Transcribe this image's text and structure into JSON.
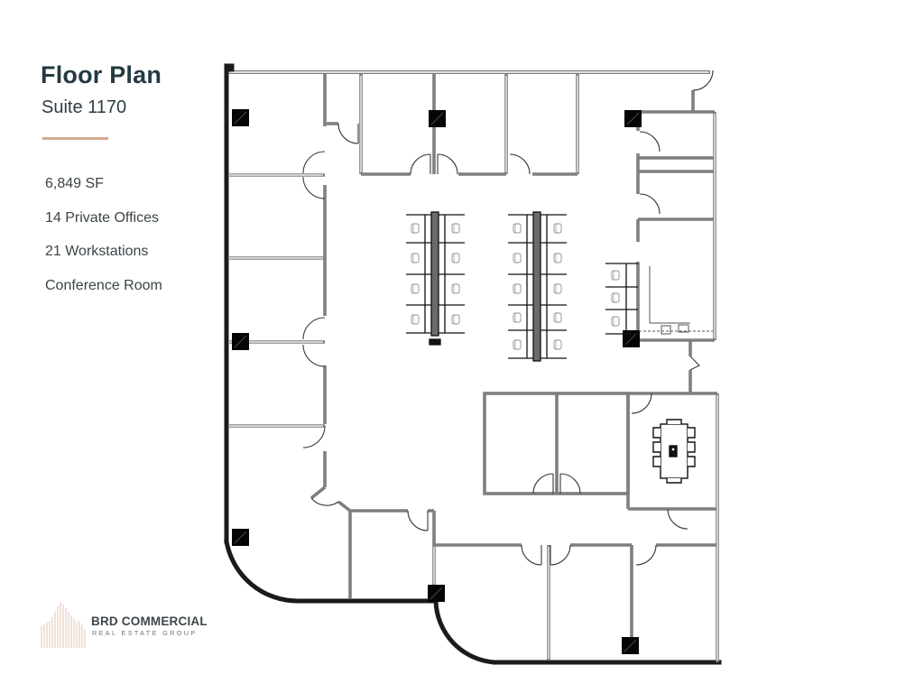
{
  "header": {
    "title": "Floor Plan",
    "subtitle": "Suite 1170"
  },
  "specs": {
    "items": [
      {
        "label": "6,849 SF"
      },
      {
        "label": "14 Private Offices"
      },
      {
        "label": "21 Workstations"
      },
      {
        "label": "Conference Room"
      }
    ]
  },
  "brand": {
    "name": "BRD COMMERCIAL",
    "tagline": "REAL ESTATE GROUP",
    "logo_icon": "building-lines-icon"
  },
  "floor_plan": {
    "suite": "Suite 1170",
    "workstation_clusters": [
      {
        "rows": 4,
        "columns": 2,
        "seats": 8
      },
      {
        "rows": 5,
        "columns": 2,
        "seats": 10
      },
      {
        "rows": 3,
        "columns": 1,
        "seats": 3
      }
    ],
    "conference_table_seats": 8
  },
  "colors": {
    "title": "#243a42",
    "text": "#3b4448",
    "accent": "#d2a98e",
    "wall": "#1a1a1a",
    "interior_wall": "#8a8a8a",
    "column": "#000000"
  }
}
